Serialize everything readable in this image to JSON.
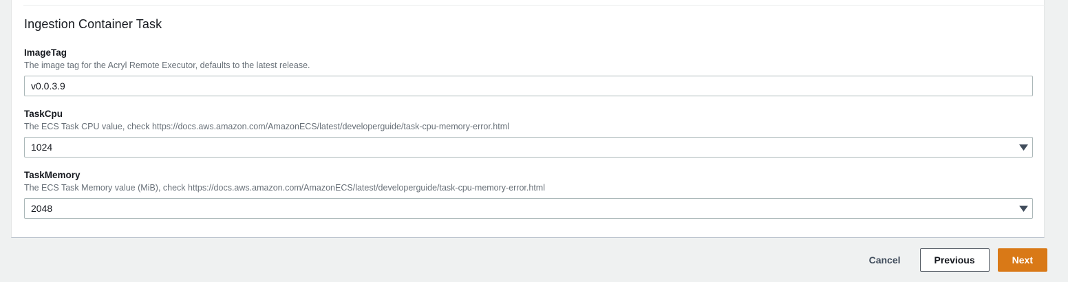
{
  "panel": {
    "section_title": "Ingestion Container Task",
    "fields": [
      {
        "label": "ImageTag",
        "description": "The image tag for the Acryl Remote Executor, defaults to the latest release.",
        "value": "v0.0.3.9",
        "type": "text"
      },
      {
        "label": "TaskCpu",
        "description": "The ECS Task CPU value, check https://docs.aws.amazon.com/AmazonECS/latest/developerguide/task-cpu-memory-error.html",
        "value": "1024",
        "type": "select"
      },
      {
        "label": "TaskMemory",
        "description": "The ECS Task Memory value (MiB), check https://docs.aws.amazon.com/AmazonECS/latest/developerguide/task-cpu-memory-error.html",
        "value": "2048",
        "type": "select"
      }
    ]
  },
  "footer": {
    "cancel_label": "Cancel",
    "previous_label": "Previous",
    "next_label": "Next"
  },
  "icons": {
    "select_arrow": "caret-down-icon"
  },
  "colors": {
    "page_background": "#eff1f1",
    "panel_background": "#ffffff",
    "primary_button": "#d97917",
    "label_text": "#16191f",
    "description_text": "#687078",
    "input_border": "#aab7b8",
    "button_border": "#545b64"
  }
}
